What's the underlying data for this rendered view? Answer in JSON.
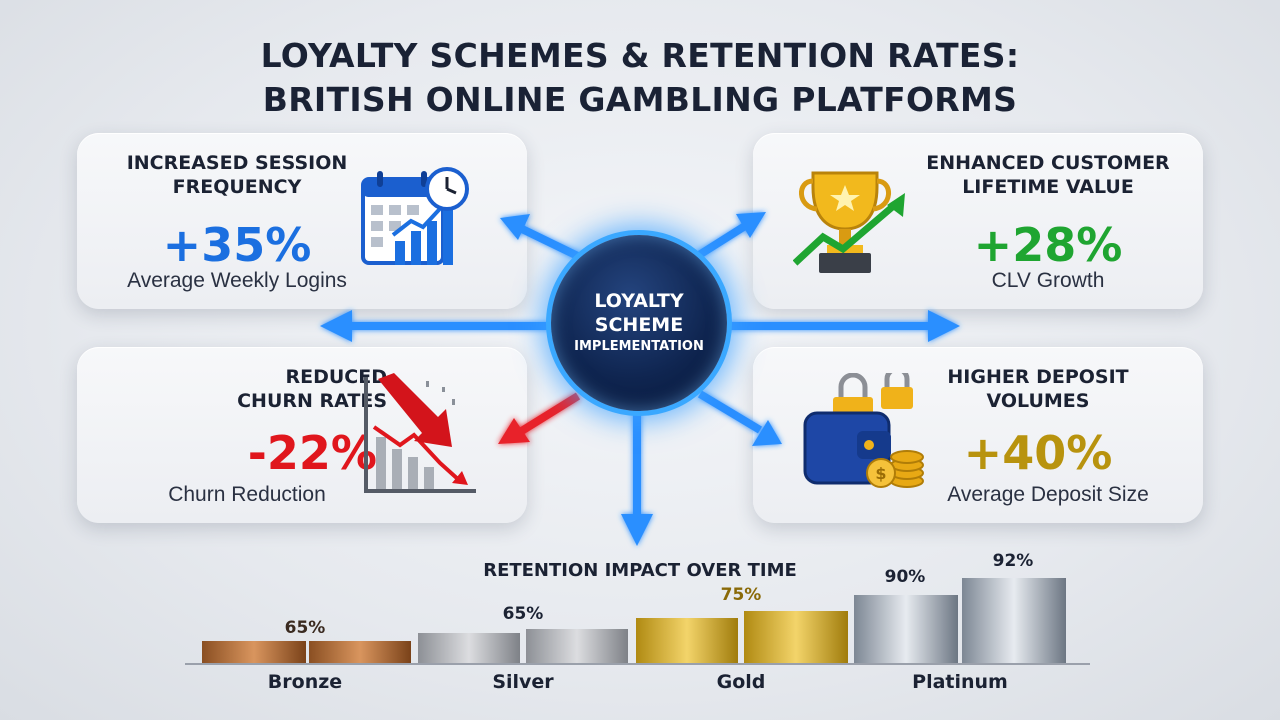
{
  "title_line1": "LOYALTY SCHEMES & RETENTION RATES:",
  "title_line2": "BRITISH ONLINE GAMBLING PLATFORMS",
  "hub": {
    "line1": "LOYALTY",
    "line2": "SCHEME",
    "line3": "IMPLEMENTATION"
  },
  "cards": {
    "session": {
      "head1": "INCREASED SESSION",
      "head2": "FREQUENCY",
      "value": "+35%",
      "sub": "Average Weekly Logins",
      "icon": "calendar-chart-icon",
      "color": "#1b6fe0"
    },
    "clv": {
      "head1": "ENHANCED CUSTOMER",
      "head2": "LIFETIME VALUE",
      "value": "+28%",
      "sub": "CLV Growth",
      "icon": "trophy-icon",
      "color": "#1fa531"
    },
    "churn": {
      "head1": "REDUCED",
      "head2": "CHURN RATES",
      "value": "-22%",
      "sub": "Churn Reduction",
      "icon": "declining-chart-icon",
      "color": "#e0161d"
    },
    "deposit": {
      "head1": "HIGHER DEPOSIT",
      "head2": "VOLUMES",
      "value": "+40%",
      "sub": "Average Deposit Size",
      "icon": "wallet-coins-icon",
      "color": "#b8930e"
    }
  },
  "chart_data": {
    "type": "bar",
    "title": "RETENTION IMPACT OVER TIME",
    "categories": [
      "Bronze",
      "Silver",
      "Gold",
      "Platinum"
    ],
    "labels": [
      "65%",
      "65%",
      "75%",
      "90%",
      "92%"
    ],
    "values": [
      65,
      65,
      75,
      90,
      92
    ]
  }
}
